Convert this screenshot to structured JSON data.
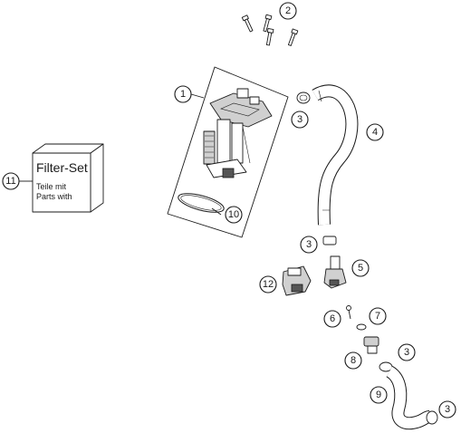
{
  "callouts": [
    {
      "id": "c1",
      "label": "1"
    },
    {
      "id": "c2",
      "label": "2"
    },
    {
      "id": "c3a",
      "label": "3"
    },
    {
      "id": "c4",
      "label": "4"
    },
    {
      "id": "c3b",
      "label": "3"
    },
    {
      "id": "c5",
      "label": "5"
    },
    {
      "id": "c12",
      "label": "12"
    },
    {
      "id": "c6",
      "label": "6"
    },
    {
      "id": "c7",
      "label": "7"
    },
    {
      "id": "c8",
      "label": "8"
    },
    {
      "id": "c3c",
      "label": "3"
    },
    {
      "id": "c9",
      "label": "9"
    },
    {
      "id": "c3d",
      "label": "3"
    },
    {
      "id": "c10",
      "label": "10"
    },
    {
      "id": "c11",
      "label": "11"
    }
  ],
  "filter_box": {
    "title": "Filter-Set",
    "line1": "Teile mit",
    "line2": "Parts with"
  }
}
